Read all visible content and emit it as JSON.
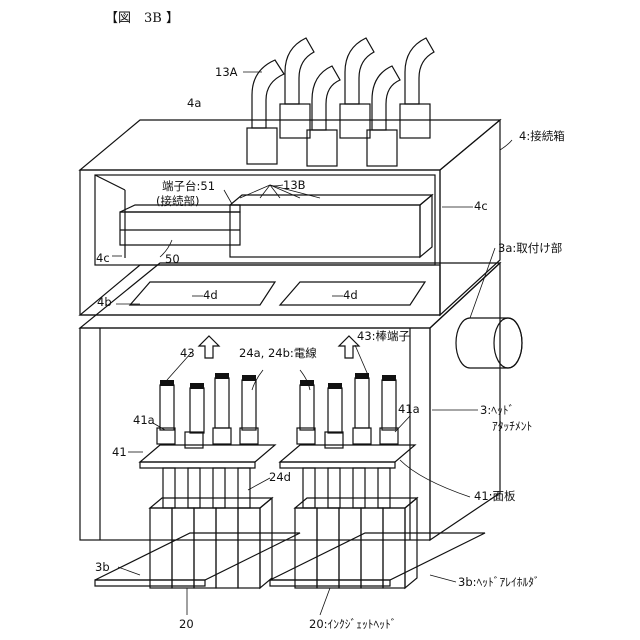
{
  "figure_title": "【図　3B 】",
  "labels": {
    "l13A": "13A",
    "l4a": "4a",
    "l4": "4:接続箱",
    "l51a": "端子台:51",
    "l51b": "(接続部)",
    "l13B": "13B",
    "l4c_right": "4c",
    "l4c_left": "4c",
    "l50": "50",
    "l3a": "3a:取付け部",
    "l4b": "4b",
    "l4d_left": "4d",
    "l4d_right": "4d",
    "l43_left": "43",
    "l24": "24a, 24b:電線",
    "l43_right": "43:棒端子",
    "l3a_": "3:ﾍｯﾄﾞ",
    "l3b_": "ｱﾀｯﾁﾒﾝﾄ",
    "l41a_left": "41a",
    "l41a_right": "41a",
    "l41": "41",
    "l24d": "24d",
    "l41_face": "41:面板",
    "l3b_left": "3b",
    "l3b_right": "3b:ﾍｯﾄﾞｱﾚｲﾎﾙﾀﾞ",
    "l20_left": "20",
    "l20_right": "20:ｲﾝｸｼﾞｪｯﾄﾍｯﾄﾞ"
  }
}
